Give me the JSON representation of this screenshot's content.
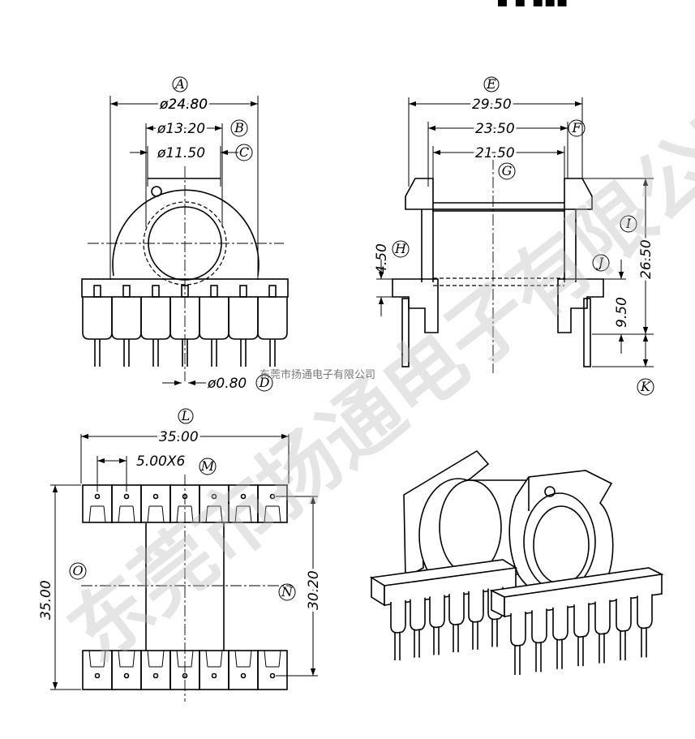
{
  "header_text": "▪ ▪ ▪▪▪",
  "watermark": {
    "large": "东莞市扬通电子有限公司",
    "small": "东莞市扬通电子有限公司"
  },
  "labels": {
    "A": "A",
    "B": "B",
    "C": "C",
    "D": "D",
    "E": "E",
    "F": "F",
    "G": "G",
    "H": "H",
    "I": "I",
    "J": "J",
    "K": "K",
    "L": "L",
    "M": "M",
    "N": "N",
    "O": "O"
  },
  "dimensions": {
    "A": "ø24.80",
    "B": "ø13.20",
    "C": "ø11.50",
    "D": "ø0.80",
    "E": "29.50",
    "F": "23.50",
    "G": "21.50",
    "H": "4.50",
    "I": "26.50",
    "J": "9.50",
    "L": "35.00",
    "M": "5.00X6",
    "N": "30.20",
    "O": "35.00"
  }
}
